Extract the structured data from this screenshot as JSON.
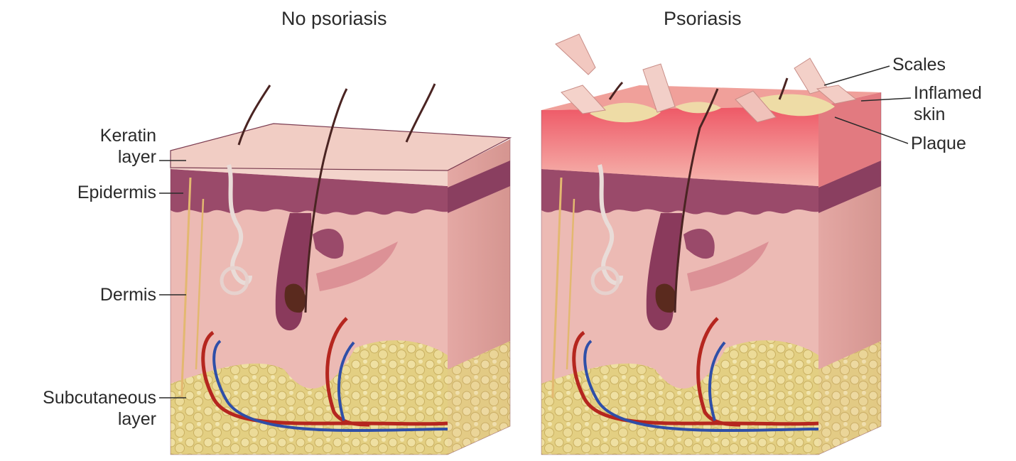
{
  "panels": {
    "left": {
      "title": "No psoriasis",
      "labels": {
        "keratin_line1": "Keratin",
        "keratin_line2": "layer",
        "epidermis": "Epidermis",
        "dermis": "Dermis",
        "subcutaneous_line1": "Subcutaneous",
        "subcutaneous_line2": "layer"
      }
    },
    "right": {
      "title": "Psoriasis",
      "labels": {
        "scales": "Scales",
        "inflamed_line1": "Inflamed",
        "inflamed_line2": "skin",
        "plaque": "Plaque"
      }
    }
  },
  "colors": {
    "epidermis": "#9a4a6a",
    "dermis": "#e8b5b0",
    "fat": "#e6d48a",
    "artery": "#b5261f",
    "vein": "#2f4fa8",
    "inflamed": "#ef6f78",
    "plaque": "#eedca6"
  }
}
